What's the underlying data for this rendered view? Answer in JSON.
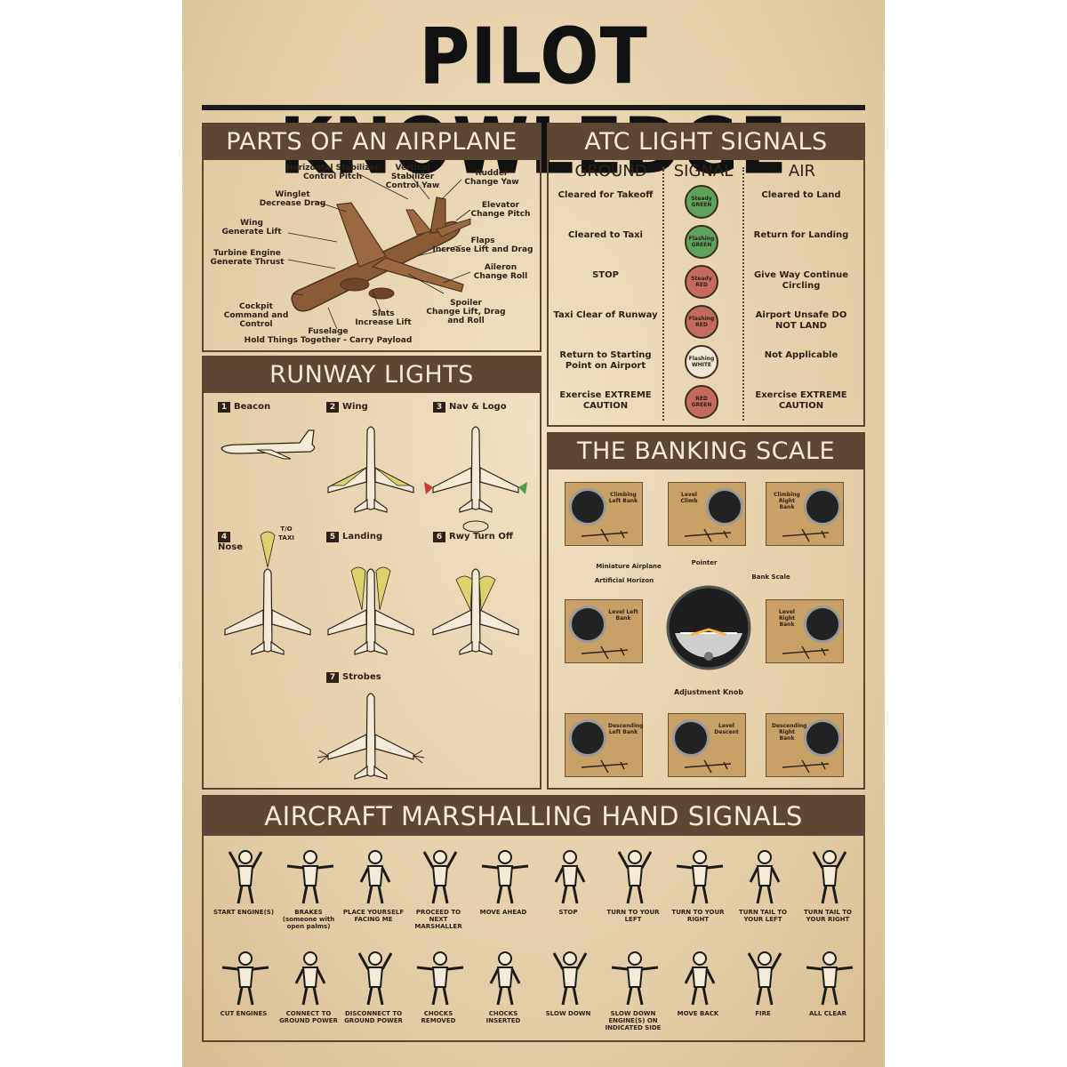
{
  "title": "PILOT KNOWLEDGE",
  "sections": {
    "parts": {
      "heading": "PARTS OF AN AIRPLANE",
      "labels": [
        "Horizontal Stabilizer\nControl Pitch",
        "Vertical Stabilizer\nControl Yaw",
        "Rudder\nChange Yaw",
        "Winglet\nDecrease Drag",
        "Elevator\nChange Pitch",
        "Wing\nGenerate Lift",
        "Flaps\nIncrease Lift and Drag",
        "Turbine Engine\nGenerate Thrust",
        "Aileron\nChange Roll",
        "Cockpit\nCommand and Control",
        "Spoiler\nChange Lift, Drag\nand Roll",
        "Slats\nIncrease Lift",
        "Fuselage\nHold Things Together - Carry Payload"
      ]
    },
    "atc": {
      "heading": "ATC LIGHT SIGNALS",
      "col_ground": "GROUND",
      "col_signal": "SIGNAL",
      "col_air": "AIR",
      "rows": [
        {
          "ground": "Cleared for Takeoff",
          "signal": "Steady GREEN",
          "air": "Cleared to Land",
          "color": "#5fa35a"
        },
        {
          "ground": "Cleared to Taxi",
          "signal": "Flashing GREEN",
          "air": "Return for Landing",
          "color": "#5fa35a"
        },
        {
          "ground": "STOP",
          "signal": "Steady RED",
          "air": "Give Way Continue Circling",
          "color": "#c46b5e"
        },
        {
          "ground": "Taxi Clear of Runway",
          "signal": "Flashing RED",
          "air": "Airport Unsafe DO NOT LAND",
          "color": "#c46b5e"
        },
        {
          "ground": "Return to Starting Point on Airport",
          "signal": "Flashing WHITE",
          "air": "Not Applicable",
          "color": "#eee7d6"
        },
        {
          "ground": "Exercise EXTREME CAUTION",
          "signal": "RED GREEN",
          "air": "Exercise EXTREME CAUTION",
          "color": "#c46b5e"
        }
      ]
    },
    "runway": {
      "heading": "RUNWAY LIGHTS",
      "items": [
        {
          "n": "1",
          "label": "Beacon"
        },
        {
          "n": "2",
          "label": "Wing"
        },
        {
          "n": "3",
          "label": "Nav & Logo"
        },
        {
          "n": "4",
          "label": "Nose"
        },
        {
          "n": "5",
          "label": "Landing"
        },
        {
          "n": "6",
          "label": "Rwy Turn Off"
        },
        {
          "n": "7",
          "label": "Strobes"
        }
      ],
      "nose_extra": "T/O\nTAXI"
    },
    "banking": {
      "heading": "THE BANKING SCALE",
      "cards": [
        "Climbing Left Bank",
        "Level Climb",
        "Climbing Right Bank",
        "Level Left Bank",
        "Level Right Bank",
        "Descending Left Bank",
        "Level Descent",
        "Descending Right Bank"
      ],
      "center_labels": {
        "miniature": "Miniature Airplane",
        "pointer": "Pointer",
        "horizon": "Artificial Horizon",
        "bank": "Bank Scale",
        "knob": "Adjustment Knob"
      }
    },
    "hand": {
      "heading": "AIRCRAFT MARSHALLING HAND SIGNALS",
      "row1": [
        "START ENGINE(S)",
        "BRAKES (someone with open palms)",
        "PLACE YOURSELF FACING ME",
        "PROCEED TO NEXT MARSHALLER",
        "MOVE AHEAD",
        "STOP",
        "TURN TO YOUR LEFT",
        "TURN TO YOUR RIGHT",
        "TURN TAIL TO YOUR LEFT",
        "TURN TAIL TO YOUR RIGHT"
      ],
      "row2": [
        "CUT ENGINES",
        "CONNECT TO GROUND POWER",
        "DISCONNECT TO GROUND POWER",
        "CHOCKS REMOVED",
        "CHOCKS INSERTED",
        "SLOW DOWN",
        "SLOW DOWN ENGINE(S) ON INDICATED SIDE",
        "MOVE BACK",
        "FIRE",
        "ALL CLEAR"
      ]
    }
  },
  "colors": {
    "paper": "#e8d6b3",
    "header": "#5b4733",
    "ink": "#2d2218",
    "plane": "#8a5a34",
    "card": "#c9a166"
  }
}
